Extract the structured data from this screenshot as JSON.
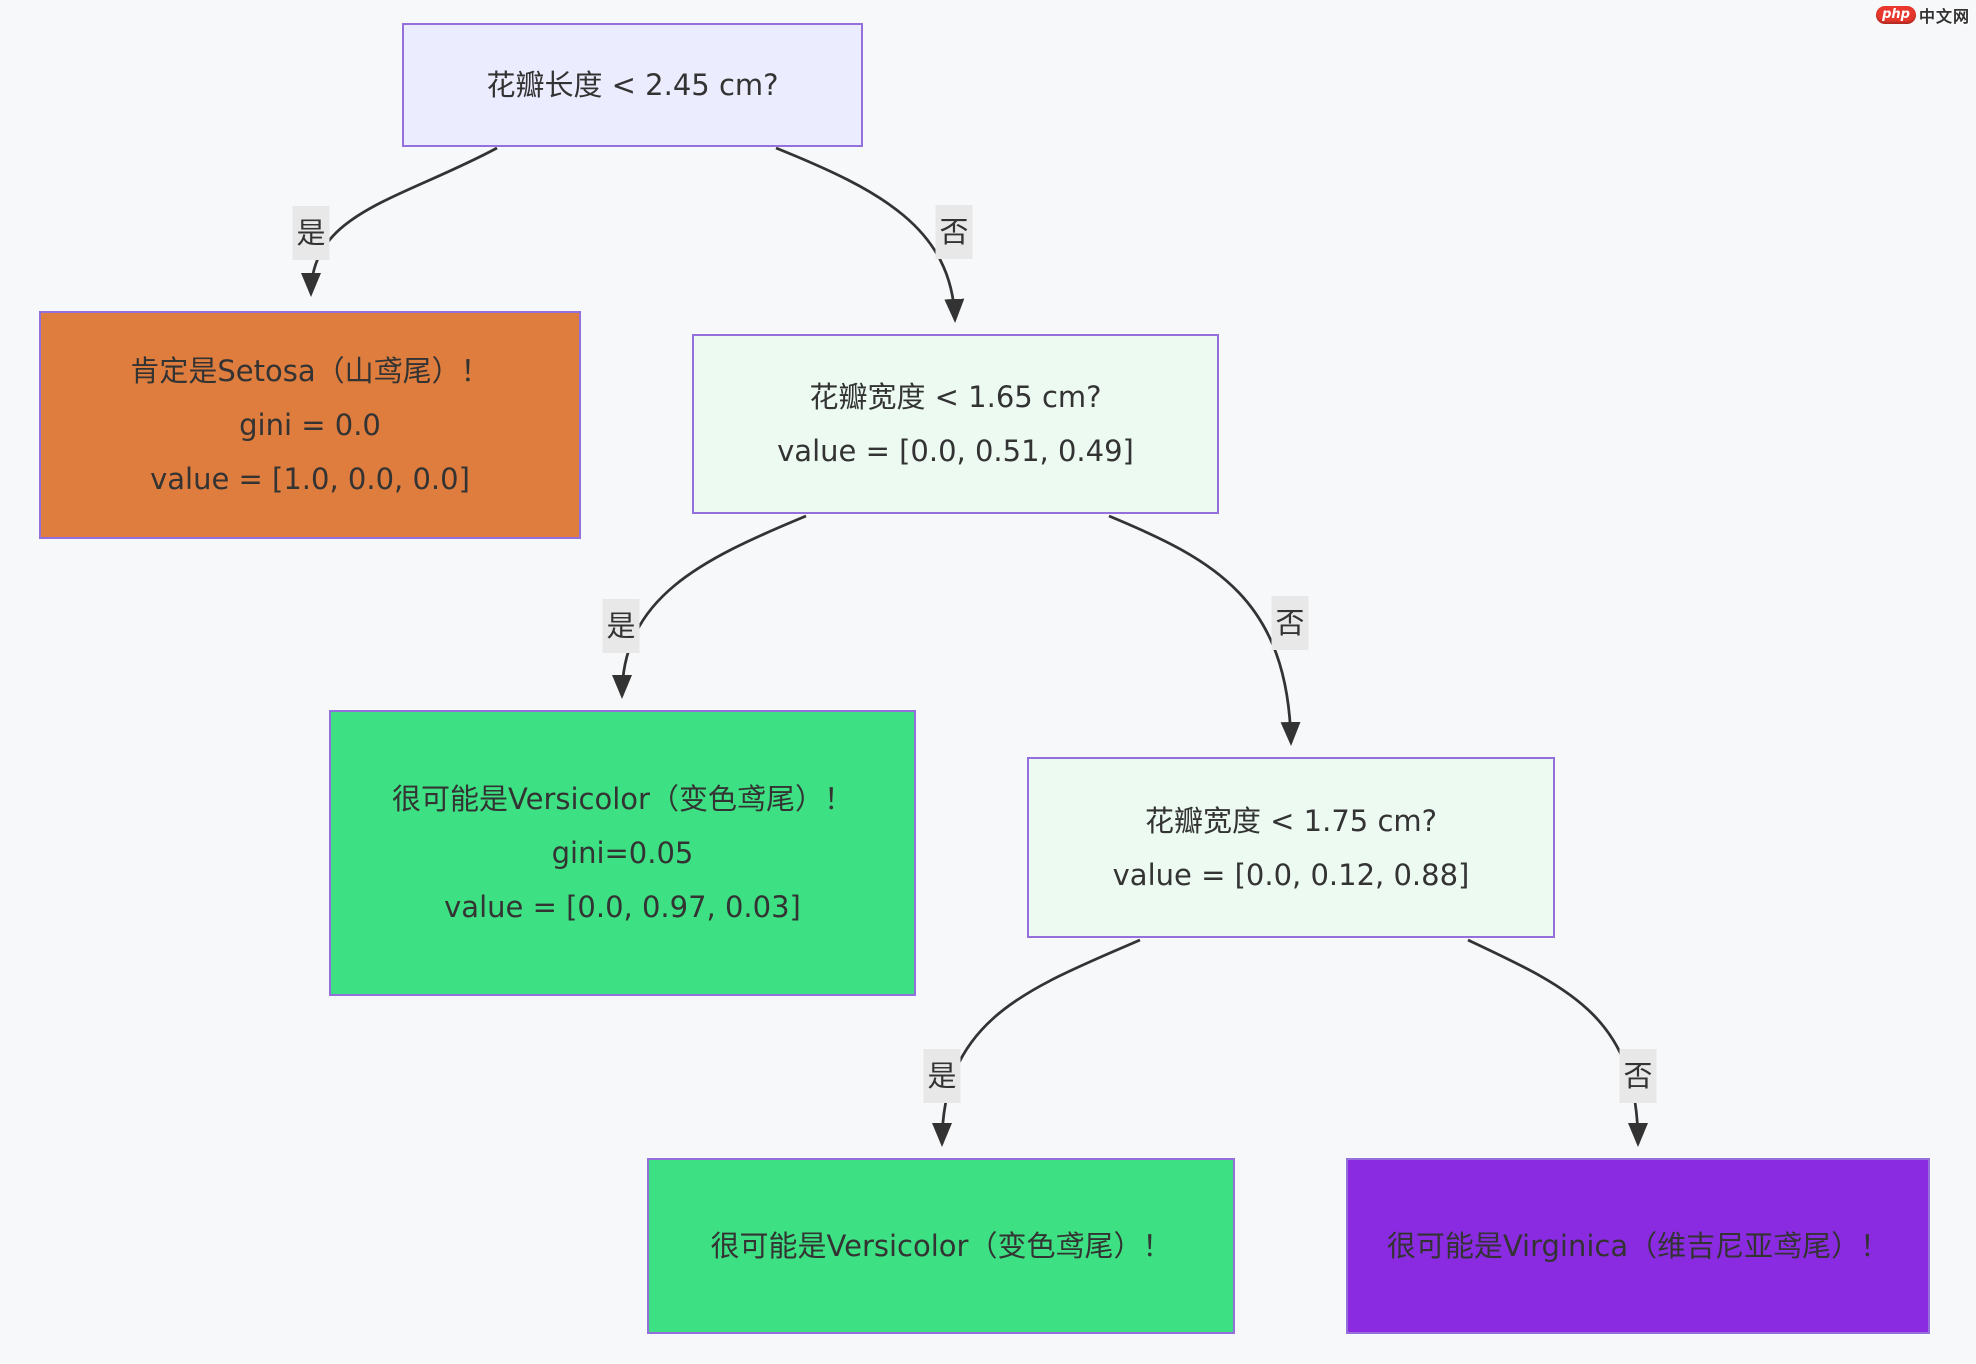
{
  "page": {
    "background": "#f7f8fa"
  },
  "logo": {
    "php": "php",
    "suffix": "中文网",
    "pill_color": "#e8372c"
  },
  "theme": {
    "node_border": "#9370DB",
    "text_color": "#333333",
    "edge_color": "#333333",
    "edge_label_bg": "#e8e8e8"
  },
  "diagram": {
    "type": "decision-tree-flowchart",
    "nodes": [
      {
        "id": "root",
        "fill": "#ECECFF",
        "lines": [
          "花瓣长度 < 2.45 cm?"
        ]
      },
      {
        "id": "setosa",
        "fill": "#DE7D3E",
        "lines": [
          "肯定是Setosa（山鸢尾）！",
          "gini = 0.0",
          "value = [1.0, 0.0, 0.0]"
        ]
      },
      {
        "id": "q2",
        "fill": "#ECFAF2",
        "lines": [
          "花瓣宽度 < 1.65 cm?",
          "value = [0.0, 0.51, 0.49]"
        ]
      },
      {
        "id": "versi1",
        "fill": "#3DE082",
        "lines": [
          "很可能是Versicolor（变色鸢尾）！",
          "gini=0.05",
          "value = [0.0, 0.97, 0.03]"
        ]
      },
      {
        "id": "q3",
        "fill": "#ECFAF2",
        "lines": [
          "花瓣宽度 < 1.75 cm?",
          "value = [0.0, 0.12, 0.88]"
        ]
      },
      {
        "id": "versi2",
        "fill": "#3DE082",
        "lines": [
          "很可能是Versicolor（变色鸢尾）！"
        ]
      },
      {
        "id": "virginica",
        "fill": "#8A2BE2",
        "lines": [
          "很可能是Virginica（维吉尼亚鸢尾）！"
        ]
      }
    ],
    "edges": [
      {
        "from": "root",
        "to": "setosa",
        "label": "是"
      },
      {
        "from": "root",
        "to": "q2",
        "label": "否"
      },
      {
        "from": "q2",
        "to": "versi1",
        "label": "是"
      },
      {
        "from": "q2",
        "to": "q3",
        "label": "否"
      },
      {
        "from": "q3",
        "to": "versi2",
        "label": "是"
      },
      {
        "from": "q3",
        "to": "virginica",
        "label": "否"
      }
    ]
  }
}
